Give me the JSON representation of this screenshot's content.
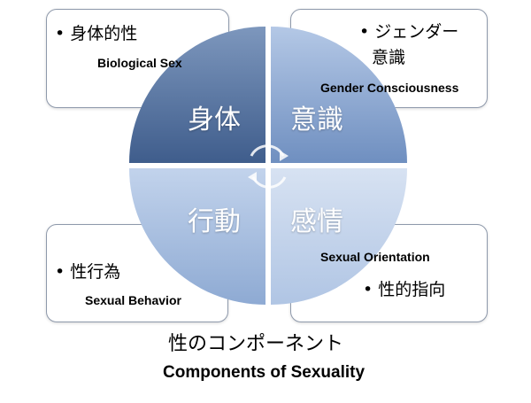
{
  "quadrants": {
    "top_left": {
      "center_label": "身体",
      "box_jp": "• 身体的性",
      "box_en": "Biological Sex",
      "color": "#4f6f9a"
    },
    "top_right": {
      "center_label": "意識",
      "box_jp_line1": "• ジェンダー",
      "box_jp_line2": "意識",
      "box_en": "Gender Consciousness",
      "color": "#8aa6cf"
    },
    "bottom_left": {
      "center_label": "行動",
      "box_jp": "• 性行為",
      "box_en": "Sexual Behavior",
      "color": "#a9c0df"
    },
    "bottom_right": {
      "center_label": "感情",
      "box_jp": "• 性的指向",
      "box_en": "Sexual Orientation",
      "color": "#c6d5ea"
    }
  },
  "caption": {
    "jp": "性のコンポーネント",
    "en": "Components of Sexuality"
  }
}
